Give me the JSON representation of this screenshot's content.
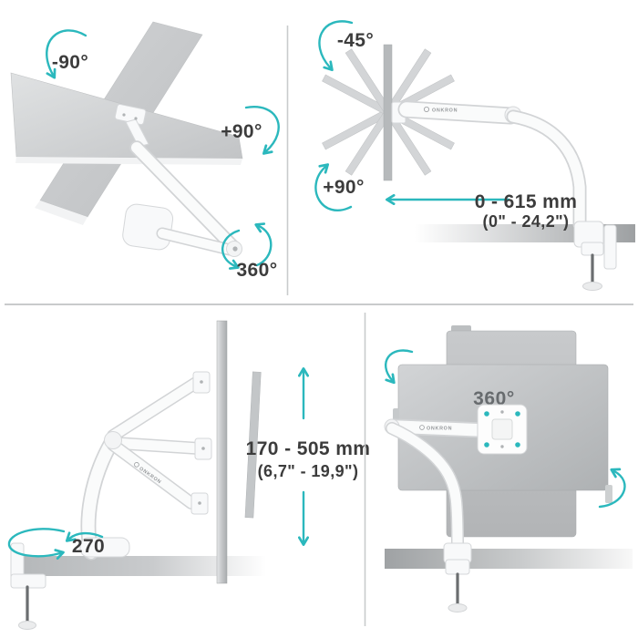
{
  "brand": "ONKRON",
  "colors": {
    "accent": "#2bb8bd",
    "label": "#3c3c3c",
    "muted_label": "#676b6e"
  },
  "panels": {
    "rotation": {
      "ccw": "-90°",
      "cw": "+90°",
      "end_swivel": "360°"
    },
    "tilt": {
      "up": "-45°",
      "down": "+90°",
      "extension_mm": "0 - 615 mm",
      "extension_inch": "(0\" - 24,2\")"
    },
    "height": {
      "swivel": "270",
      "range_mm": "170 - 505 mm",
      "range_inch": "(6,7\" - 19,9\")"
    },
    "screen": {
      "rotation": "360°"
    }
  }
}
